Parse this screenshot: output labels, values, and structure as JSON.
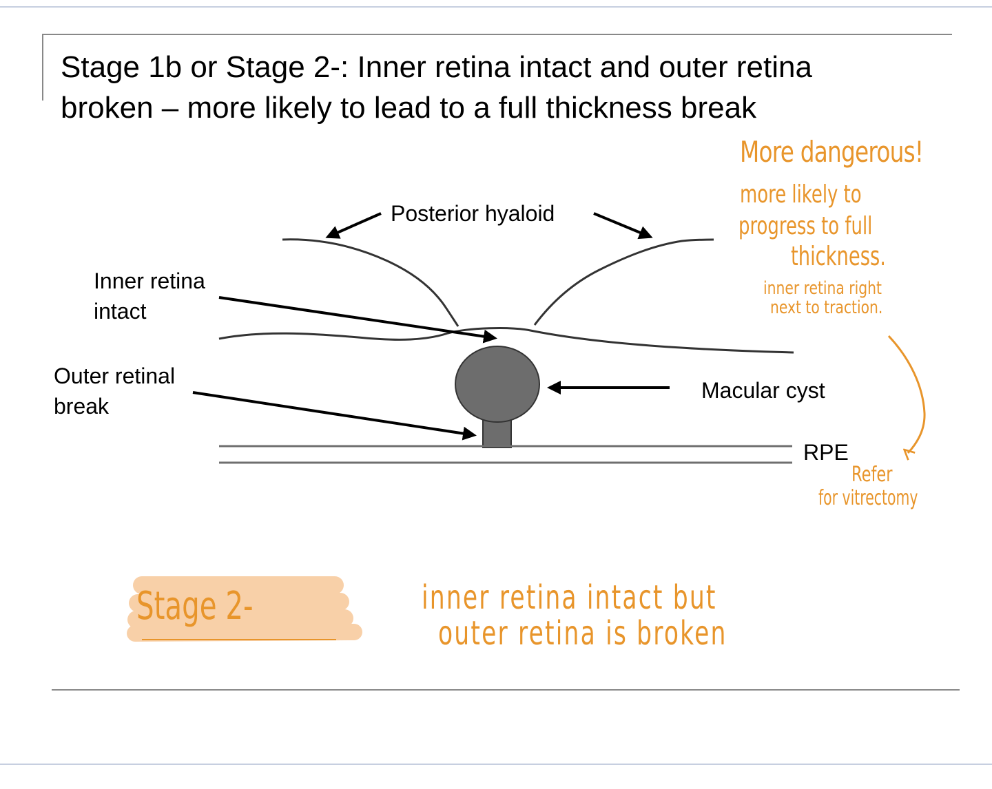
{
  "slide": {
    "title_line1": "Stage 1b or Stage 2-: Inner retina intact and outer retina",
    "title_line2": "broken – more likely to lead to a full thickness break"
  },
  "diagram": {
    "labels": {
      "posterior_hyaloid": "Posterior hyaloid",
      "inner_retina_1": "Inner retina",
      "inner_retina_2": "intact",
      "outer_break_1": "Outer retinal",
      "outer_break_2": "break",
      "macular_cyst": "Macular cyst",
      "rpe": "RPE"
    },
    "colors": {
      "line": "#333333",
      "arrow": "#000000",
      "cyst_fill": "#6d6d6d",
      "rpe_line": "#6f6f6f"
    }
  },
  "annotations": {
    "dangerous": "More dangerous!",
    "more_likely": "more likely to",
    "progress": "progress to full",
    "thickness": "thickness.",
    "inner_next_1": "inner retina right",
    "inner_next_2": "next to traction.",
    "refer": "Refer",
    "vitrectomy": "for vitrectomy",
    "stage2": "Stage 2-",
    "summary_1": "inner retina intact but",
    "summary_2": "outer retina is broken",
    "ink_color": "#e8952b",
    "highlight_color": "#f7c89a"
  }
}
